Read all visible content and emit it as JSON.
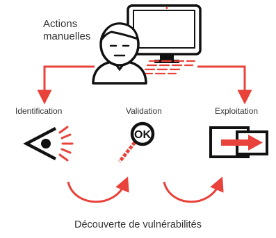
{
  "header": {
    "title_line1": "Actions",
    "title_line2": "manuelles"
  },
  "stages": [
    {
      "label": "Identification",
      "icon": "eye-icon"
    },
    {
      "label": "Validation",
      "icon": "ok-magnifier-icon",
      "badge": "OK"
    },
    {
      "label": "Exploitation",
      "icon": "window-arrow-icon"
    }
  ],
  "footer": {
    "caption": "Découverte de vulnérabilités"
  },
  "colors": {
    "accent": "#e8423a",
    "ink": "#111111",
    "text": "#333333"
  }
}
